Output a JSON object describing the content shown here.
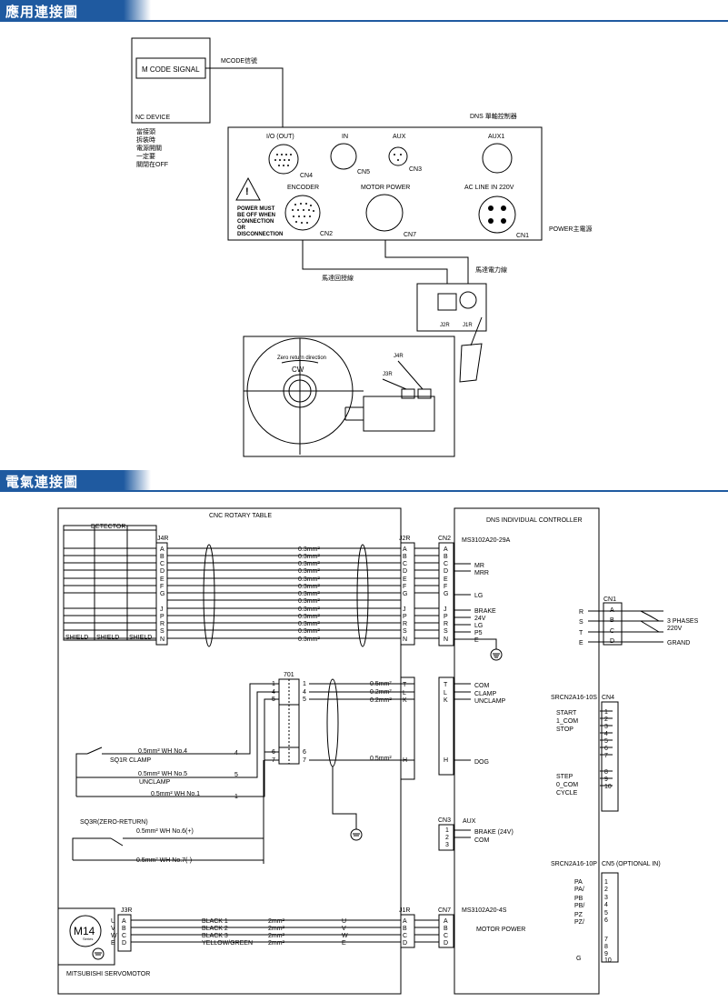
{
  "sections": {
    "app_title": "應用連接圖",
    "elec_title": "電氣連接圖"
  },
  "app": {
    "m_code_signal": "M CODE SIGNAL",
    "mcode_signal_cn": "MCODE信號",
    "nc_device": "NC DEVICE",
    "note_lines": [
      "當接頭",
      "拆裝時",
      "電源開關",
      "一定要",
      "關閉在OFF"
    ],
    "controller_title": "DNS 單軸控制器",
    "io_out": "I/O (OUT)",
    "in": "IN",
    "aux": "AUX",
    "aux1": "AUX1",
    "cn4": "CN4",
    "cn5": "CN5",
    "cn3": "CN3",
    "encoder": "ENCODER",
    "motor_power": "MOTOR POWER",
    "ac_line": "AC LINE IN 220V",
    "cn2": "CN2",
    "cn7": "CN7",
    "cn1": "CN1",
    "warning_lines": [
      "POWER MUST",
      "BE OFF WHEN",
      "CONNECTION",
      "OR",
      "DISCONNECTION"
    ],
    "power_main": "POWER主電源",
    "motor_power_cable": "馬達電力線",
    "motor_feedback_cable": "馬達回授線",
    "j2r": "J2R",
    "j1r": "J1R",
    "j4r": "J4R",
    "j3r": "J3R",
    "zero_return": "Zero return direction",
    "cw": "CW"
  },
  "elec": {
    "cnc_rotary_table": "CNC ROTARY TABLE",
    "dns_controller": "DNS INDIVIDUAL CONTROLLER",
    "detector": "DETECTOR",
    "shield": "SHIELD",
    "j4r": "J4R",
    "j2r": "J2R",
    "cn2": "CN2",
    "ms_cn2": "MS3102A20-29A",
    "pins_a": [
      "A",
      "B",
      "C",
      "D",
      "E",
      "F",
      "G"
    ],
    "pins_b": [
      "J",
      "P",
      "R",
      "S",
      "N"
    ],
    "wire_spec": "0.3mm²",
    "cn2_labels": {
      "mr": "MR",
      "mrr": "MRR",
      "lg": "LG",
      "brake": "BRAKE",
      "v24": "24V",
      "lg2": "LG",
      "p5": "P5",
      "e": "E"
    },
    "cn1": "CN1",
    "cn1_rows": [
      "R",
      "S",
      "T",
      "E"
    ],
    "cn1_pins": [
      "A",
      "B",
      "C",
      "D"
    ],
    "three_phases": "3 PHASES",
    "v220": "220V",
    "grand": "GRAND",
    "tb701": "701",
    "tb_left": [
      "1",
      "4",
      "5",
      "6",
      "7"
    ],
    "wire05": "0.5mm²",
    "wire02": "0.2mm²",
    "pins_tlk": [
      "T",
      "L",
      "K"
    ],
    "pin_h": "H",
    "com": "COM",
    "clamp": "CLAMP",
    "unclamp": "UNCLAMP",
    "dog": "DOG",
    "wh4": "0.5mm²  WH No.4",
    "sq1r_clamp": "SQ1R CLAMP",
    "wh5": "0.5mm²  WH No.5",
    "unclamp2": "UNCLAMP",
    "wh1": "0.5mm²  WH No.1",
    "n4": "4",
    "n5": "5",
    "n1": "1",
    "sq3r": "SQ3R(ZERO-RETURN)",
    "wh6": "0.5mm² WH  No.6(+)",
    "wh7": "0.5mm² WH  No.7(-)",
    "srcn_cn4": "SRCN2A16-10S",
    "cn4": "CN4",
    "cn4_labels": {
      "start": "START",
      "com1": "1_COM",
      "stop": "STOP",
      "step": "STEP",
      "com0": "0_COM",
      "cycle": "CYCLE"
    },
    "cn4_pins": [
      "1",
      "2",
      "3",
      "4",
      "5",
      "6",
      "7",
      "8",
      "9",
      "10"
    ],
    "cn3": "CN3",
    "aux": "AUX",
    "cn3_pins": [
      "1",
      "2",
      "3"
    ],
    "brake24": "BRAKE (24V)",
    "com3": "COM",
    "srcn_cn5": "SRCN2A16-10P",
    "cn5": "CN5 (OPTIONAL IN)",
    "cn5_labels": [
      "PA",
      "PA/",
      "PB",
      "PB/",
      "PZ",
      "PZ/"
    ],
    "cn5_g": "G",
    "j3r": "J3R",
    "j1r": "J1R",
    "cn7": "CN7",
    "ms_cn7": "MS3102A20-4S",
    "motor_power": "MOTOR POWER",
    "uvwe": [
      "U",
      "V",
      "W",
      "E"
    ],
    "pins_abcd": [
      "A",
      "B",
      "C",
      "D"
    ],
    "motor_wires": [
      "BLACK 1",
      "BLACK 2",
      "BLACK 3",
      "YELLOW/GREEN"
    ],
    "wire2": "2mm²",
    "m14": "M14",
    "series": "Series",
    "servomotor": "MITSUBISHI SERVOMOTOR"
  }
}
